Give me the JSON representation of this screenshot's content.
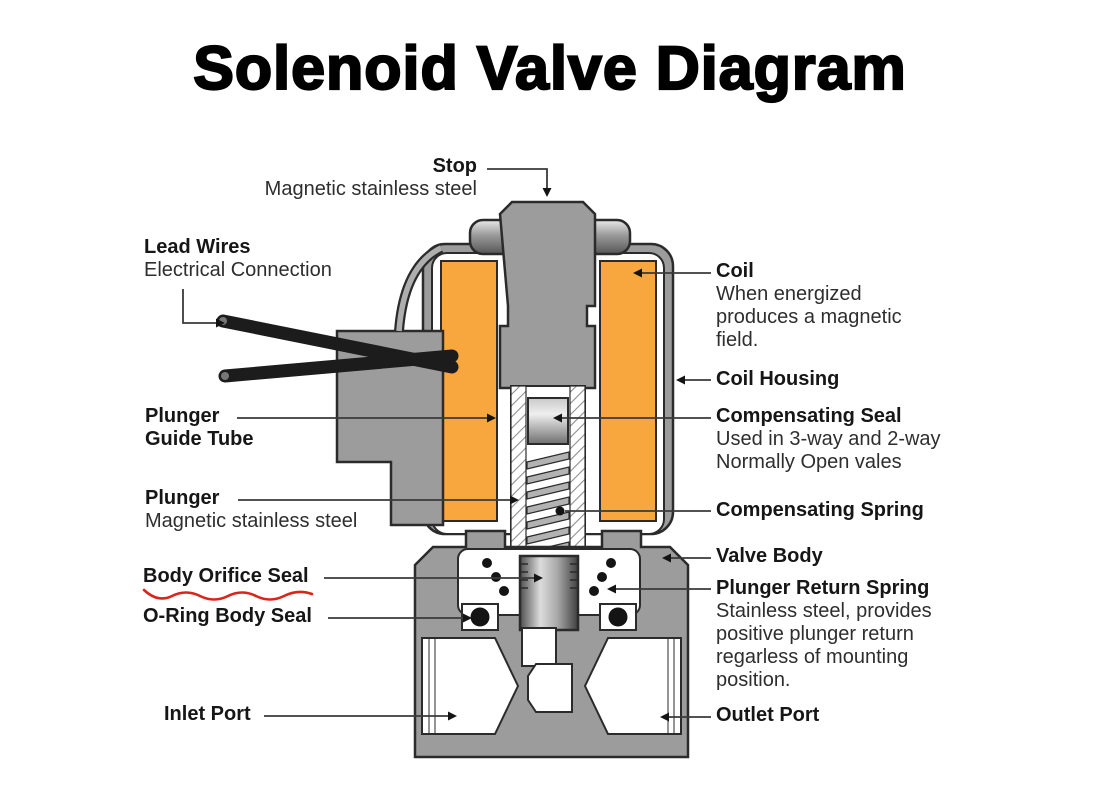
{
  "title": "Solenoid Valve Diagram",
  "colors": {
    "coil": "#F8A73F",
    "metal": "#9C9C9C",
    "outline": "#2B2B2B",
    "wire": "#1C1C1C",
    "leader": "#3A3A3A",
    "squiggle-red": "#DA251D",
    "text": "#1B1B1B"
  },
  "labels": {
    "stop": {
      "title": "Stop",
      "desc": "Magnetic stainless steel"
    },
    "lead_wires": {
      "title": "Lead Wires",
      "desc": "Electrical Connection"
    },
    "coil": {
      "title": "Coil",
      "desc": "When energized produces a magnetic field."
    },
    "coil_housing": {
      "title": "Coil Housing"
    },
    "plunger_guide_tube": {
      "title": "Plunger Guide Tube"
    },
    "compensating_seal": {
      "title": "Compensating Seal",
      "desc": "Used in 3-way and 2-way Normally Open vales"
    },
    "plunger": {
      "title": "Plunger",
      "desc": "Magnetic stainless steel"
    },
    "compensating_spring": {
      "title": "Compensating Spring"
    },
    "valve_body": {
      "title": "Valve Body"
    },
    "body_orifice_seal": {
      "title": "Body Orifice Seal"
    },
    "plunger_return_spring": {
      "title": "Plunger Return Spring",
      "desc": "Stainless steel, provides positive plunger return regarless of mounting position."
    },
    "o_ring_body_seal": {
      "title": "O-Ring Body Seal"
    },
    "inlet_port": {
      "title": "Inlet Port"
    },
    "outlet_port": {
      "title": "Outlet Port"
    }
  }
}
